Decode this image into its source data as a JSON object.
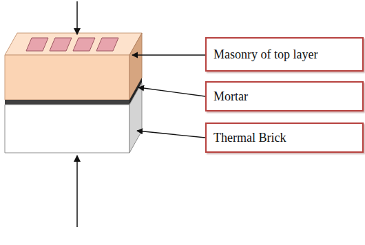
{
  "diagram": {
    "nodes": [
      {
        "text": [
          "Masonry of top layer"
        ]
      },
      {
        "text": [
          "Mortar"
        ]
      },
      {
        "text": [
          "Thermal Brick"
        ]
      }
    ]
  }
}
